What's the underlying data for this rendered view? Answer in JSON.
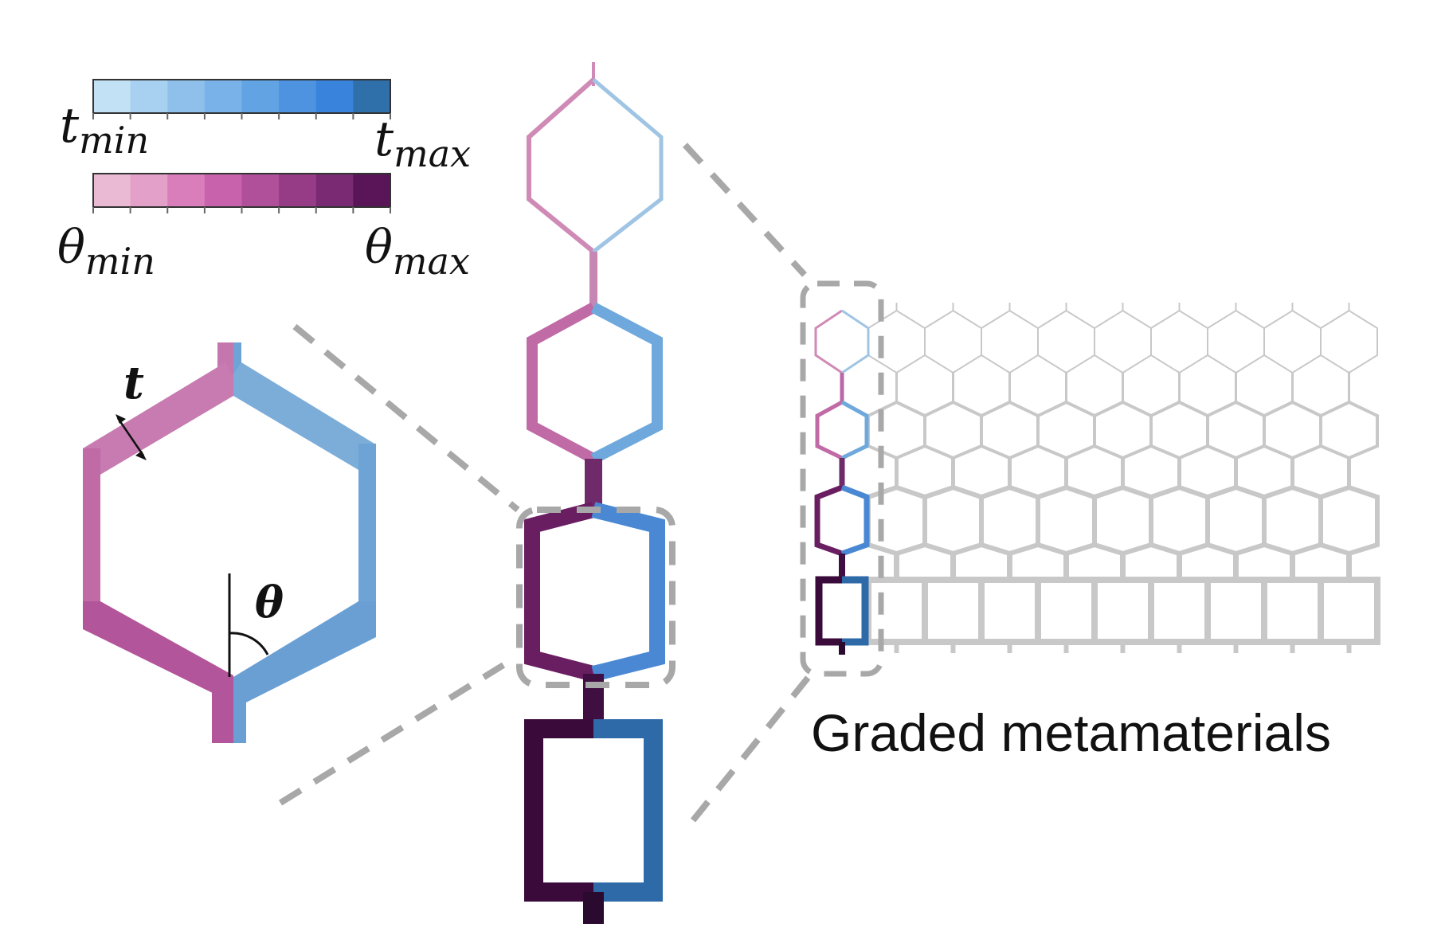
{
  "legend": {
    "thickness_bar": {
      "min_base": "t",
      "min_sub": "min",
      "max_base": "t",
      "max_sub": "max",
      "colors": [
        "#c3e1f4",
        "#a8d0f0",
        "#8fc0ec",
        "#78b2e8",
        "#62a3e4",
        "#4d93e0",
        "#3a83dc",
        "#2f6faa"
      ]
    },
    "angle_bar": {
      "min_base": "θ",
      "min_sub": "min",
      "max_base": "θ",
      "max_sub": "max",
      "colors": [
        "#eab9d4",
        "#e3a0c8",
        "#d97dbb",
        "#c862ad",
        "#b04f9a",
        "#963c87",
        "#7a2a72",
        "#5a1458"
      ]
    },
    "tick_count": 7
  },
  "unit_cell": {
    "thickness_label": "t",
    "angle_label": "θ",
    "left_color": "#bf6aa8",
    "right_color": "#6ea3d6"
  },
  "colors": {
    "callout": "#a8a8a8",
    "lattice": "#c8c8c8",
    "column_colors": {
      "cell1": {
        "left": "#cf8ab5",
        "right": "#9fc4e4"
      },
      "cell2": {
        "left": "#c06aa6",
        "right": "#6ea8dc"
      },
      "cell3": {
        "left": "#6a1e62",
        "right": "#4a88d4"
      },
      "cell4": {
        "left": "#3a0a3a",
        "right": "#2f6aa8"
      }
    }
  },
  "caption": "Graded metamaterials"
}
